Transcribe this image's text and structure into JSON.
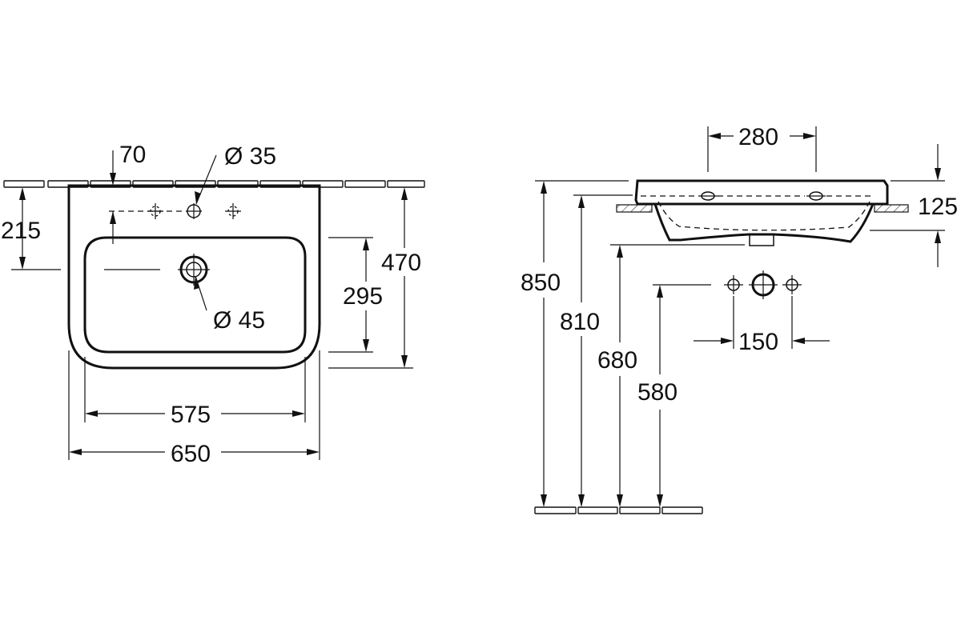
{
  "drawing": {
    "top_view": {
      "tap_hole_offset": "70",
      "tap_hole_diameter": "Ø 35",
      "waste_hole_diameter": "Ø 45",
      "tap_to_front": "215",
      "bowl_depth": "295",
      "total_depth": "470",
      "bowl_width": "575",
      "total_width": "650"
    },
    "side_view": {
      "tap_hole_spacing": "280",
      "basin_height": "125",
      "rim_height": "850",
      "top_of_basin": "810",
      "waste_height": "680",
      "supply_height": "580",
      "supply_spacing": "150"
    }
  }
}
